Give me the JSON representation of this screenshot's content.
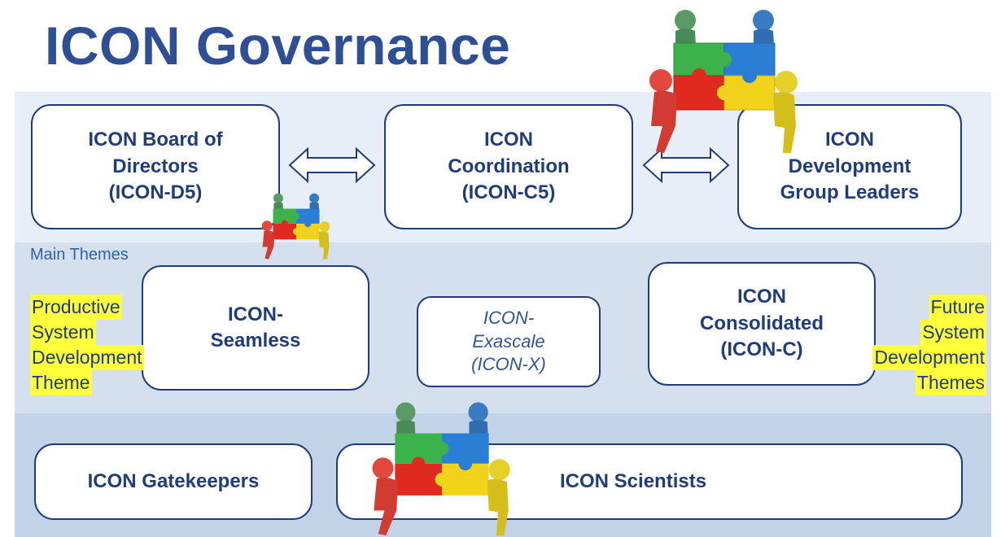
{
  "title": "ICON Governance",
  "boxes": {
    "board": [
      "ICON Board of",
      "Directors",
      "(ICON-D5)"
    ],
    "coordination": [
      "ICON",
      "Coordination",
      "(ICON-C5)"
    ],
    "dev_leaders": [
      "ICON",
      "Development",
      "Group Leaders"
    ],
    "seamless": [
      "ICON-",
      "Seamless"
    ],
    "exascale": [
      "ICON-",
      "Exascale",
      "(ICON-X)"
    ],
    "consolidated": [
      "ICON",
      "Consolidated",
      "(ICON-C)"
    ],
    "gatekeepers": "ICON Gatekeepers",
    "scientists": "ICON Scientists"
  },
  "main_themes_label": "Main Themes",
  "left_theme": [
    "Productive",
    "System",
    "Development",
    "Theme"
  ],
  "right_theme": [
    "Future",
    "System",
    "Development",
    "Themes"
  ],
  "colors": {
    "title": "#2e4f94",
    "box_border": "#203d7a",
    "highlight": "#ffff3c",
    "band_top": "#e7eef7",
    "band_mid": "#d4e0ee",
    "band_bottom": "#c2d3e7"
  },
  "icons": {
    "arrows": "double-arrow-icon",
    "team_image": "puzzle-team-icon"
  }
}
